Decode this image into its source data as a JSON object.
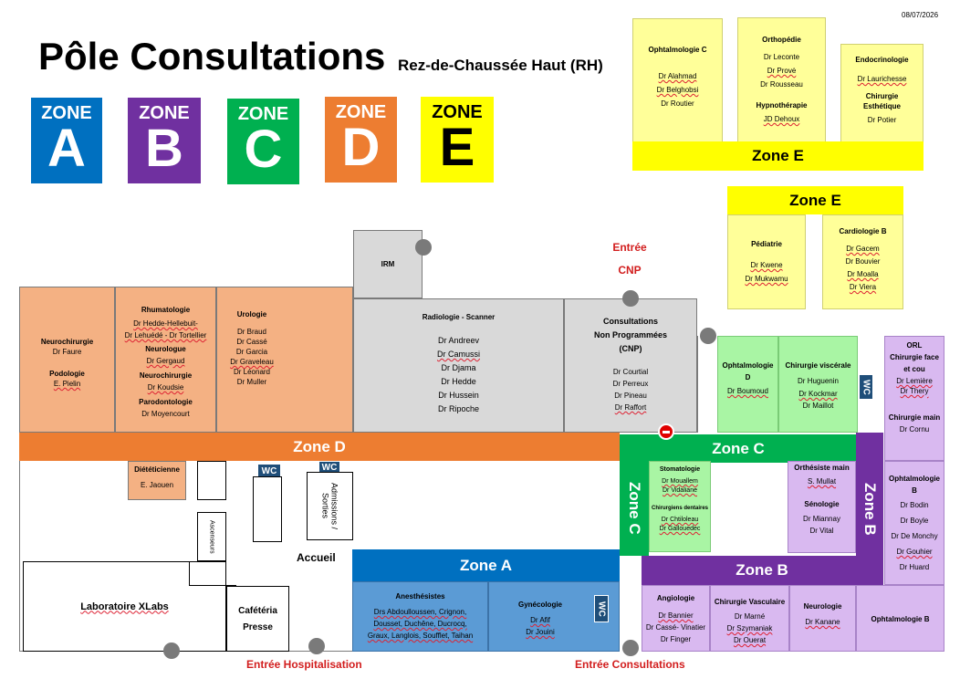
{
  "header": {
    "title": "Pôle Consultations",
    "subtitle": "Rez-de-Chaussée Haut (RH)",
    "date": "08/07/2026"
  },
  "legend": [
    {
      "word": "ZONE",
      "letter": "A",
      "color": "#0070c0"
    },
    {
      "word": "ZONE",
      "letter": "B",
      "color": "#7030a0"
    },
    {
      "word": "ZONE",
      "letter": "C",
      "color": "#00b050"
    },
    {
      "word": "ZONE",
      "letter": "D",
      "color": "#ed7d31"
    },
    {
      "word": "ZONE",
      "letter": "E",
      "color": "#ffff00"
    }
  ],
  "zones": {
    "e_top": "Zone E",
    "e_mid": "Zone E",
    "d": "Zone D",
    "c_h": "Zone C",
    "c_v": "Zone C",
    "a": "Zone A",
    "b_h": "Zone B",
    "b_v": "Zone B"
  },
  "entries": {
    "cnp_line1": "Entrée",
    "cnp_line2": "CNP",
    "hospitalisation": "Entrée Hospitalisation",
    "consultations": "Entrée Consultations"
  },
  "wc": "WC",
  "rooms": {
    "ophtalmo_c": {
      "title": "Ophtalmologie C",
      "doctors": [
        "Dr Alahmad",
        "Dr Belghobsi",
        "Dr Routier"
      ]
    },
    "orthopedie": {
      "title": "Orthopédie",
      "doctors": [
        "Dr Leconte",
        "Dr Provė",
        "Dr Rousseau"
      ],
      "title2": "Hypnothérapie",
      "doctors2": [
        "JD Dehoux"
      ]
    },
    "endocrino": {
      "title": "Endocrinologie",
      "doctors": [
        "Dr Laurichesse"
      ],
      "title2a": "Chirurgie",
      "title2b": "Esthétique",
      "doctors2": [
        "Dr Potier"
      ]
    },
    "pediatrie": {
      "title": "Pédiatrie",
      "doctors": [
        "Dr Kwene",
        "Dr Mukwamu"
      ]
    },
    "cardio_b": {
      "title": "Cardiologie B",
      "doctors": [
        "Dr Gacem",
        "Dr Bouvier",
        "Dr Moalla",
        "Dr Viera"
      ]
    },
    "irm": {
      "title": "IRM"
    },
    "radiologie": {
      "title": "Radiologie - Scanner",
      "doctors": [
        "Dr Andreev",
        "Dr Camussi",
        "Dr Djama",
        "Dr Hedde",
        "Dr Hussein",
        "Dr Ripoche"
      ]
    },
    "cnp": {
      "title_l1": "Consultations",
      "title_l2": "Non Programmées",
      "title_l3": "(CNP)",
      "doctors": [
        "Dr Courtial",
        "Dr Perreux",
        "Dr Pineau",
        "Dr Raffort"
      ]
    },
    "neurochirurgie": {
      "title": "Neurochirurgie",
      "doctors": [
        "Dr Faure"
      ],
      "title2": "Podologie",
      "doctors2": [
        "E. Pielin"
      ]
    },
    "rhumato": {
      "title": "Rhumatologie",
      "doctors": [
        "Dr Hedde-Hellebuit-",
        "Dr Lehuédé - Dr Tortellier"
      ],
      "title2": "Neurologue",
      "doctors2": [
        "Dr Gergaud"
      ],
      "title3": "Neurochirurgie",
      "doctors3": [
        "Dr Koudsie"
      ],
      "title4": "Parodontologie",
      "doctors4": [
        "Dr Moyencourt"
      ]
    },
    "urologie": {
      "title": "Urologie",
      "doctors": [
        "Dr Braud",
        "Dr Cassé",
        "Dr Garcia",
        "Dr Graveleau",
        "Dr Léonard",
        "Dr Muller"
      ]
    },
    "ophtalmo_d": {
      "title_l1": "Ophtalmologie",
      "title_l2": "D",
      "doctors": [
        "Dr Boumoud"
      ]
    },
    "chir_viscerale": {
      "title": "Chirurgie viscérale",
      "doctors": [
        "Dr Huguenin",
        "Dr Kockmar",
        "Dr Maillot"
      ]
    },
    "orl": {
      "title_l1": "ORL",
      "title_l2": "Chirurgie face",
      "title_l3": "et cou",
      "doctors": [
        "Dr Lemière",
        "Dr Thery"
      ],
      "title2": "Chirurgie main",
      "doctors2": [
        "Dr Cornu"
      ]
    },
    "dieteticienne": {
      "title": "Diététicienne",
      "doctors": [
        "E. Jaouen"
      ]
    },
    "ascenseurs": {
      "title": "Ascenseurs"
    },
    "admissions": {
      "title": "Admissions / Sorties"
    },
    "accueil": {
      "title": "Accueil"
    },
    "stomato": {
      "title": "Stomatologie",
      "doctors": [
        "Dr Mouallem",
        "Dr Vidaliane"
      ],
      "title2": "Chirurgiens dentaires",
      "doctors2": [
        "Dr Chtiloleau",
        "Dr Gallouedec"
      ]
    },
    "orthesiste": {
      "title": "Orthésiste main",
      "doctors": [
        "S. Mullat"
      ],
      "title2": "Sénologie",
      "doctors2": [
        "Dr Miannay",
        "Dr Vital"
      ]
    },
    "ophtalmo_b_top": {
      "title_l1": "Ophtalmologie",
      "title_l2": "B",
      "doctors": [
        "Dr Bodin",
        "Dr Boyle",
        "Dr De Monchy",
        "Dr Gouhier",
        "Dr Huard"
      ]
    },
    "laboratoire": {
      "title": "Laboratoire XLabs"
    },
    "cafeteria": {
      "title_l1": "Cafétéria",
      "title_l2": "Presse"
    },
    "anesthesistes": {
      "title": "Anesthésistes",
      "doctors_l1": "Drs Abdoulloussen, Crignon,",
      "doctors_l2": "Dousset, Duchêne, Ducrocq,",
      "doctors_l3": "Graux, Langlois, Soufflet, Taihan"
    },
    "gynecologie": {
      "title": "Gynécologie",
      "doctors": [
        "Dr Afif",
        "Dr Jouini"
      ]
    },
    "angiologie": {
      "title": "Angiologie",
      "doctors": [
        "Dr Bannier",
        "Dr Cassé- Vinatier",
        "Dr Finger"
      ]
    },
    "chir_vasculaire": {
      "title": "Chirurgie Vasculaire",
      "doctors": [
        "Dr Marné",
        "Dr Szymaniak",
        "Dr Ouerat"
      ]
    },
    "neurologie": {
      "title": "Neurologie",
      "doctors": [
        "Dr Kanane"
      ]
    },
    "ophtalmo_b_bottom": {
      "title": "Ophtalmologie B"
    }
  }
}
